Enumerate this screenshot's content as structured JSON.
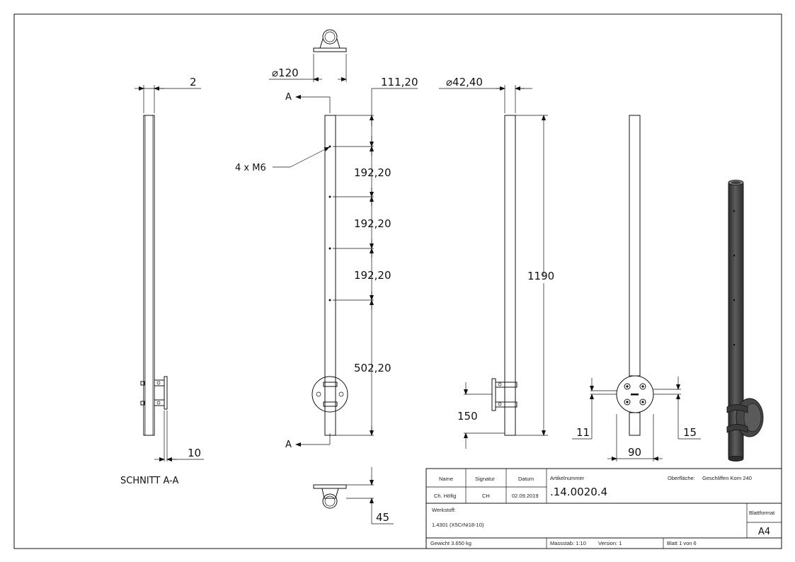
{
  "views": {
    "section": {
      "label": "SCHNITT A-A",
      "dim_wall": "2",
      "dim_plate": "10"
    },
    "front": {
      "section_marker": "A",
      "dim_base_diameter": "⌀120",
      "dim_top": "111,20",
      "dim_spacing_1": "192,20",
      "dim_spacing_2": "192,20",
      "dim_spacing_3": "192,20",
      "dim_bottom": "502,20",
      "thread_callout": "4 x M6",
      "dim_plate_depth": "45"
    },
    "side": {
      "dim_tube_diameter": "⌀42,40",
      "dim_height": "1190",
      "dim_clamp": "150"
    },
    "rear": {
      "dim_left": "11",
      "dim_right": "15",
      "dim_width": "90"
    }
  },
  "title_block": {
    "headers": {
      "name": "Name",
      "signatur": "Signatur",
      "datum": "Datum"
    },
    "name": "Ch. Höfig",
    "signatur": "CH",
    "datum": "02.09.2019",
    "artikelnummer_label": "Artikelnummer",
    "artikelnummer": ".14.0020.4",
    "oberflaeche_label": "Oberfläche:",
    "oberflaeche": "Geschliffen Korn 240",
    "werkstoff_label": "Werkstoff:",
    "werkstoff": "1.4301 (X5CrNi18-10)",
    "blattformat_label": "Blattformat",
    "blattformat": "A4",
    "gewicht": "Gewicht 3.650 kg",
    "massstab": "Massstab: 1:10",
    "version": "Version: 1",
    "blatt": "Blatt 1 von 6"
  },
  "colors": {
    "line": "#111111",
    "iso_dark": "#3a3a3a",
    "iso_light": "#6a6a6a"
  }
}
